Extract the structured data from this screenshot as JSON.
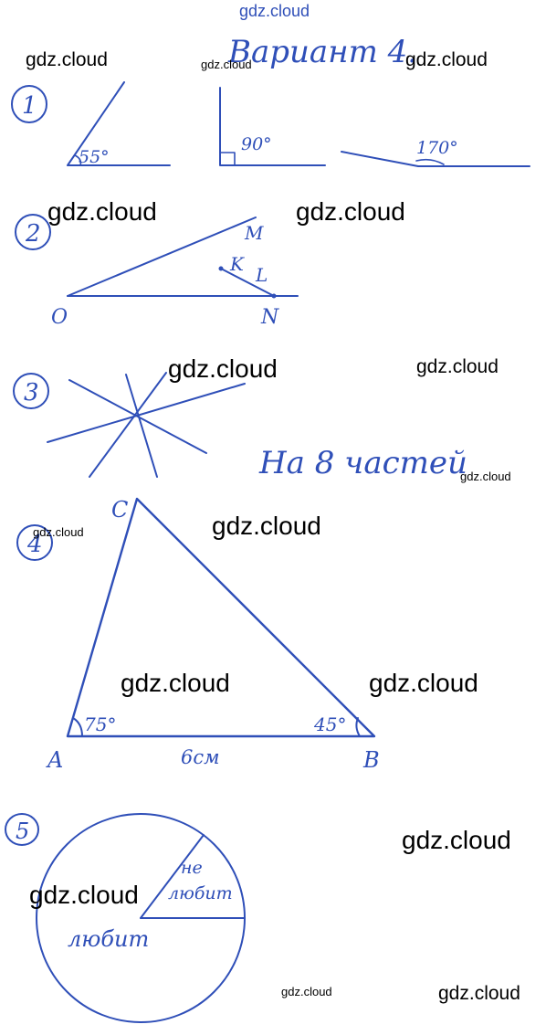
{
  "header": {
    "title": "Вариант 4."
  },
  "watermark": "gdz.cloud",
  "task1": {
    "number": "1",
    "angles": [
      "55°",
      "90°",
      "170°"
    ]
  },
  "task2": {
    "number": "2",
    "points": [
      "M",
      "K",
      "L",
      "O",
      "N"
    ]
  },
  "task3": {
    "number": "3",
    "answer": "На 8 частей"
  },
  "task4": {
    "number": "4",
    "vertices": [
      "C",
      "A",
      "B"
    ],
    "angle_a": "75°",
    "angle_b": "45°",
    "side_ab": "6см"
  },
  "task5": {
    "number": "5",
    "sector_small": "не любит",
    "sector_small_line1": "не",
    "sector_small_line2": "любит",
    "sector_large": "любит"
  },
  "colors": {
    "ink": "#2f4fb8",
    "watermark": "#000000",
    "background": "#ffffff"
  }
}
